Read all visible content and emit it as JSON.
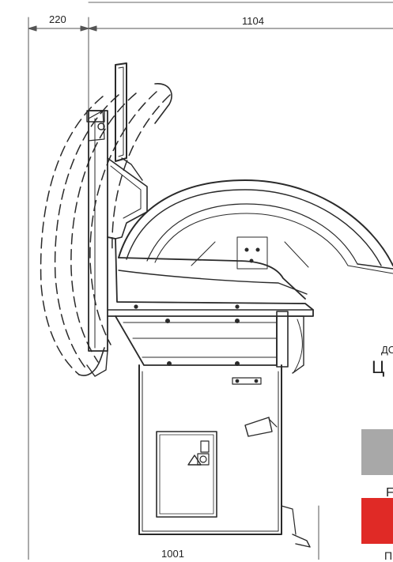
{
  "dimensions": {
    "left_offset": "220",
    "top_width": "1104",
    "bottom_width": "1001"
  },
  "side_panel": {
    "text_small": "ДО",
    "text_large": "Ц",
    "label_gray": "F",
    "label_red": "П"
  },
  "colors": {
    "line": "#2a2a2a",
    "dim_line": "#555555",
    "swatch_gray": "#a8a8a8",
    "swatch_red": "#e02a26"
  }
}
